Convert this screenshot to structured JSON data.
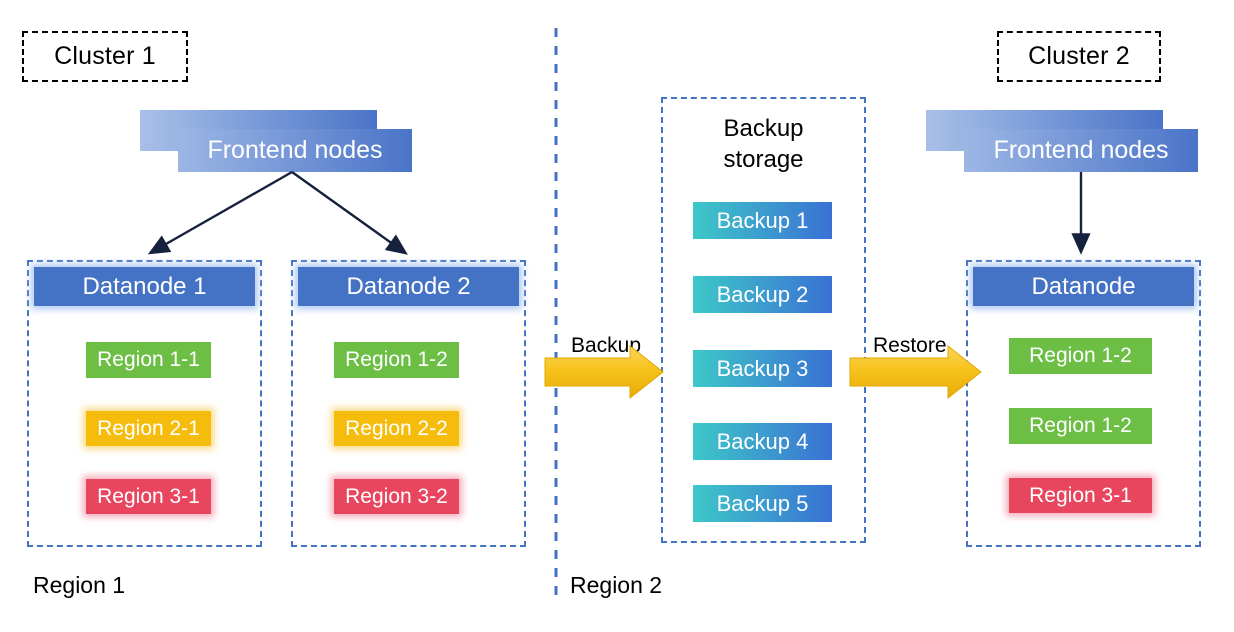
{
  "diagram": {
    "clusters": [
      {
        "id": "cluster-1",
        "label": "Cluster 1"
      },
      {
        "id": "cluster-2",
        "label": "Cluster 2"
      }
    ],
    "frontends": [
      {
        "id": "frontend-1",
        "label": "Frontend nodes"
      },
      {
        "id": "frontend-2",
        "label": "Frontend nodes"
      }
    ],
    "datanodes": [
      {
        "id": "datanode-1",
        "title": "Datanode 1",
        "regions": [
          {
            "label": "Region 1-1",
            "color_name": "green",
            "color": "#6cbe45"
          },
          {
            "label": "Region 2-1",
            "color_name": "gold",
            "color": "#f5bc0c"
          },
          {
            "label": "Region 3-1",
            "color_name": "red",
            "color": "#e8455f"
          }
        ]
      },
      {
        "id": "datanode-2",
        "title": "Datanode 2",
        "regions": [
          {
            "label": "Region 1-2",
            "color_name": "green",
            "color": "#6cbe45"
          },
          {
            "label": "Region 2-2",
            "color_name": "gold",
            "color": "#f5bc0c"
          },
          {
            "label": "Region 3-2",
            "color_name": "red",
            "color": "#e8455f"
          }
        ]
      },
      {
        "id": "datanode-3",
        "title": "Datanode",
        "regions": [
          {
            "label": "Region 1-2",
            "color_name": "green",
            "color": "#6cbe45"
          },
          {
            "label": "Region 1-2",
            "color_name": "green",
            "color": "#6cbe45"
          },
          {
            "label": "Region 3-1",
            "color_name": "red",
            "color": "#e8455f"
          }
        ]
      }
    ],
    "backup_storage": {
      "title_line_1": "Backup",
      "title_line_2": "storage",
      "items": [
        {
          "label": "Backup 1"
        },
        {
          "label": "Backup 2"
        },
        {
          "label": "Backup 3"
        },
        {
          "label": "Backup 4"
        },
        {
          "label": "Backup 5"
        }
      ]
    },
    "flow_arrows": [
      {
        "id": "backup-arrow",
        "label": "Backup",
        "color": "#f5bc0c"
      },
      {
        "id": "restore-arrow",
        "label": "Restore",
        "color": "#f5bc0c"
      }
    ],
    "region_labels": [
      {
        "id": "region-1-label",
        "label": "Region 1"
      },
      {
        "id": "region-2-label",
        "label": "Region 2"
      }
    ],
    "colors": {
      "datanode_blue": "#4472c4",
      "dashed_blue": "#4472c4",
      "dashed_black": "#000000",
      "backup_gradient_from": "#3dc8c8",
      "backup_gradient_to": "#3a71d4",
      "frontend_gradient_from": "#a8c0e8",
      "frontend_gradient_to": "#4a74c8",
      "arrow_yellow": "#f5bc0c",
      "connector_black": "#1a1a2e"
    }
  }
}
